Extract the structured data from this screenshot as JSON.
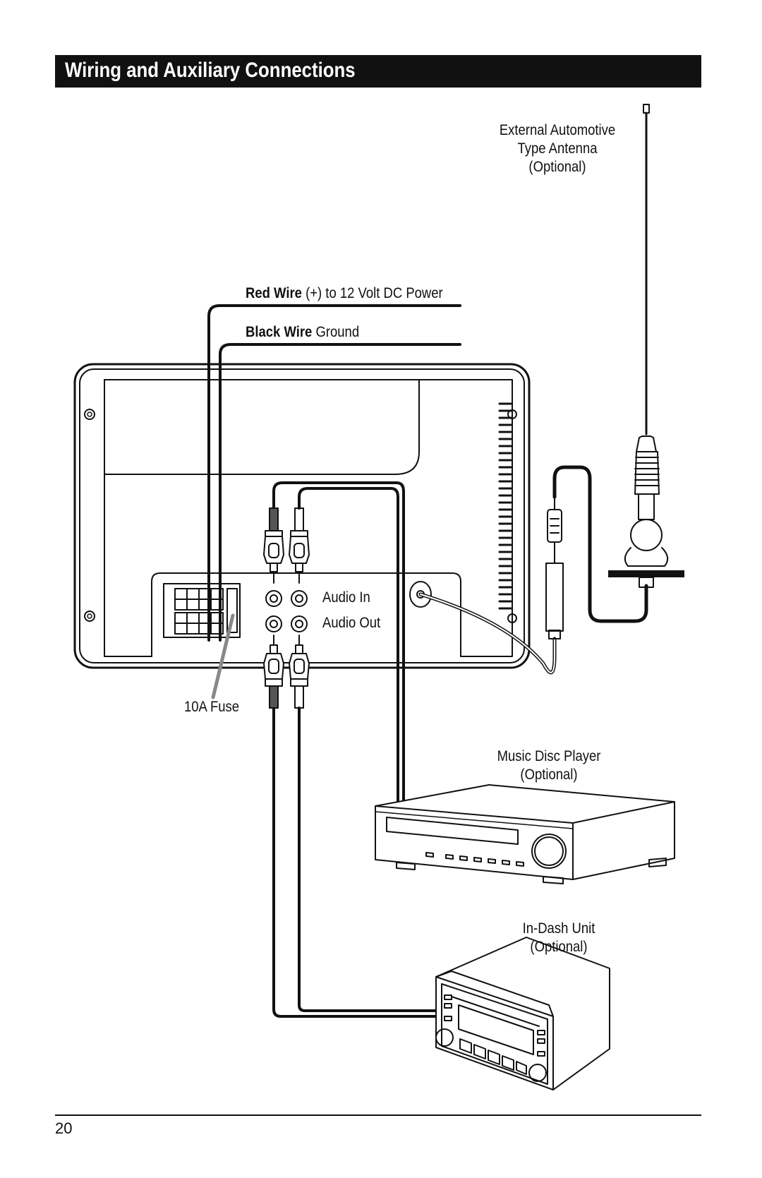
{
  "header": {
    "title": "Wiring and Auxiliary Connections"
  },
  "labels": {
    "antenna": [
      "External Automotive",
      "Type Antenna",
      "(Optional)"
    ],
    "red_wire": {
      "bold": "Red Wire",
      "rest": " (+) to 12 Volt DC Power"
    },
    "black_wire": {
      "bold": "Black Wire",
      "rest": " Ground"
    },
    "audio_in": "Audio In",
    "audio_out": "Audio Out",
    "fuse": "10A Fuse",
    "music_player": [
      "Music Disc Player",
      "(Optional)"
    ],
    "in_dash": [
      "In-Dash Unit",
      "(Optional)"
    ]
  },
  "footer": {
    "page_number": "20"
  }
}
